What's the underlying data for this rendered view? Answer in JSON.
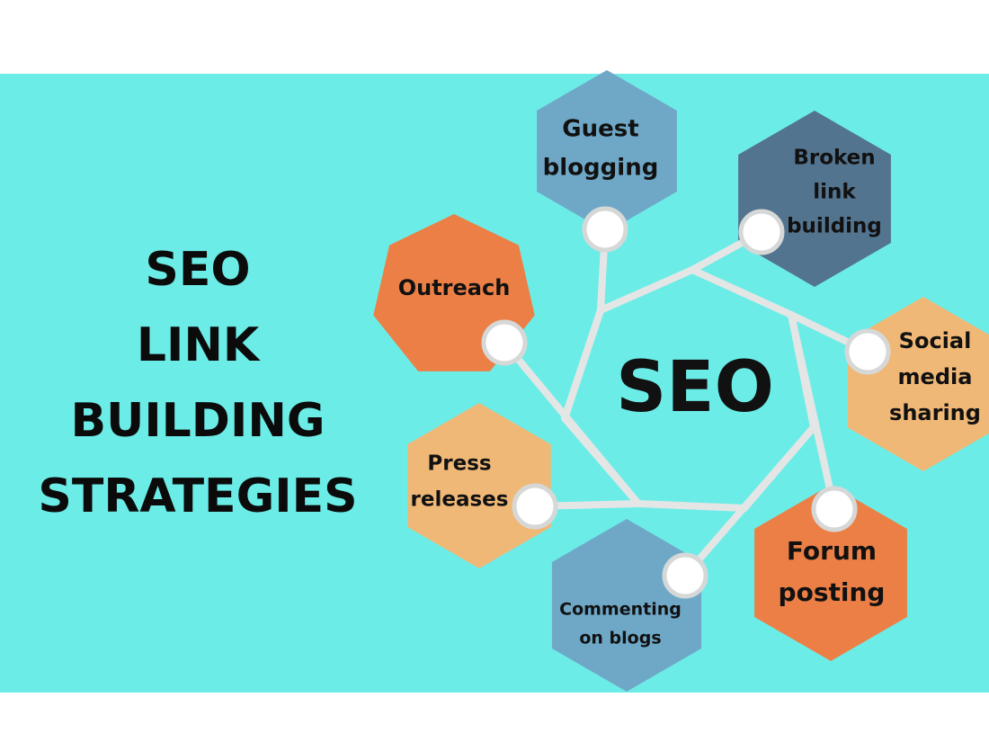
{
  "title_lines": [
    "SEO",
    "LINK",
    "BUILDING",
    "STRATEGIES"
  ],
  "center_label": "SEO",
  "colors": {
    "background": "#6cece7",
    "connector": "#e4e6e6",
    "steel_blue": "#6fa8c7",
    "dark_slate": "#53748f",
    "orange": "#ec7f45",
    "peach": "#f0b877"
  },
  "strategies": [
    {
      "id": "guest",
      "lines": [
        "Guest",
        "blogging"
      ],
      "color": "steel_blue"
    },
    {
      "id": "broken",
      "lines": [
        "Broken",
        "link",
        "building"
      ],
      "color": "dark_slate"
    },
    {
      "id": "social",
      "lines": [
        "Social",
        "media",
        "sharing"
      ],
      "color": "peach"
    },
    {
      "id": "forum",
      "lines": [
        "Forum",
        "posting"
      ],
      "color": "orange"
    },
    {
      "id": "commenting",
      "lines": [
        "Commenting",
        "on blogs"
      ],
      "color": "steel_blue"
    },
    {
      "id": "press",
      "lines": [
        "Press",
        "releases"
      ],
      "color": "peach"
    },
    {
      "id": "outreach",
      "lines": [
        "Outreach"
      ],
      "color": "orange"
    }
  ]
}
